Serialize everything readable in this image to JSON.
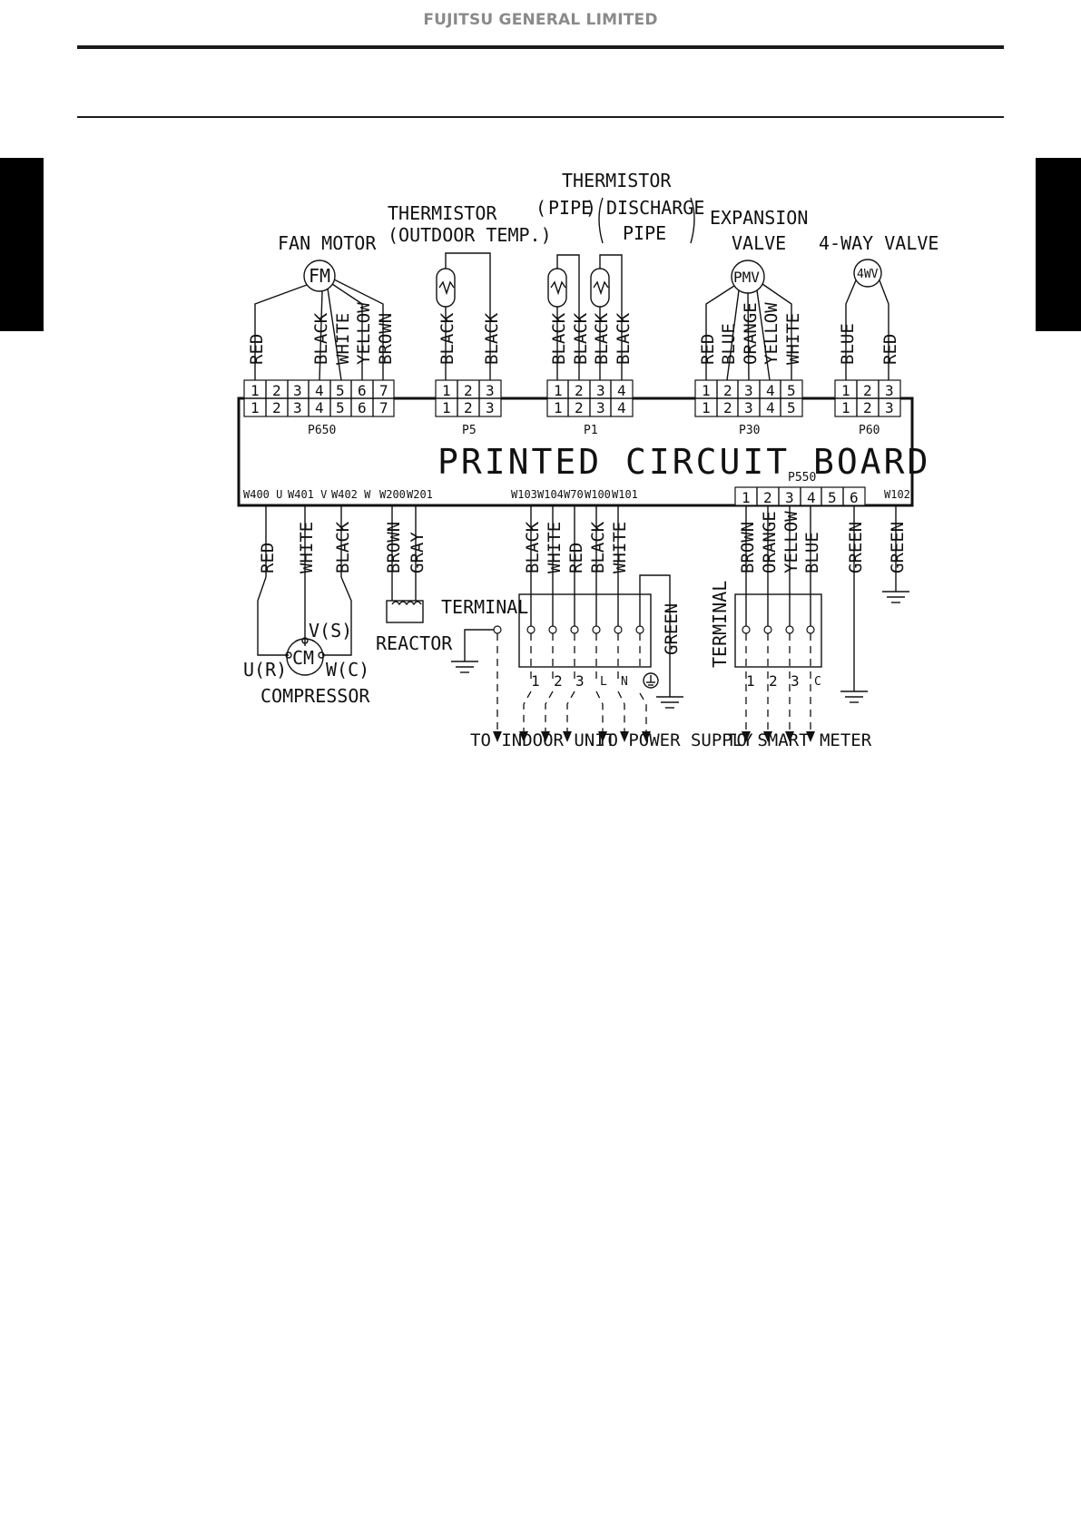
{
  "header": {
    "company": "FUJITSU GENERAL LIMITED"
  },
  "diagram": {
    "board_label": "PRINTED CIRCUIT BOARD",
    "components": {
      "fan_motor": "FAN MOTOR",
      "fan_motor_symbol": "FM",
      "thermistor_outdoor_l1": "THERMISTOR",
      "thermistor_outdoor_l2": "(OUTDOOR TEMP.)",
      "thermistor_top": "THERMISTOR",
      "thermistor_pipe": "PIPE",
      "thermistor_discharge_l1": "DISCHARGE",
      "thermistor_discharge_l2": "PIPE",
      "expansion_l1": "EXPANSION",
      "expansion_l2": "VALVE",
      "expansion_symbol": "PMV",
      "four_way": "4-WAY VALVE",
      "four_way_symbol": "4WV",
      "compressor": "COMPRESSOR",
      "compressor_symbol": "CM",
      "comp_u": "U(R)",
      "comp_v": "V(S)",
      "comp_w": "W(C)",
      "reactor": "REACTOR",
      "terminal_1": "TERMINAL",
      "terminal_2": "TERMINAL"
    },
    "connectors": {
      "p650": {
        "name": "P650",
        "pins": [
          "1",
          "2",
          "3",
          "4",
          "5",
          "6",
          "7"
        ]
      },
      "p5": {
        "name": "P5",
        "pins": [
          "1",
          "2",
          "3"
        ]
      },
      "p1": {
        "name": "P1",
        "pins": [
          "1",
          "2",
          "3",
          "4"
        ]
      },
      "p30": {
        "name": "P30",
        "pins": [
          "1",
          "2",
          "3",
          "4",
          "5"
        ]
      },
      "p60": {
        "name": "P60",
        "pins": [
          "1",
          "2",
          "3"
        ]
      },
      "p550": {
        "name": "P550",
        "pins": [
          "1",
          "2",
          "3",
          "4",
          "5",
          "6"
        ]
      }
    },
    "top_wires": {
      "fan": [
        "RED",
        "BLACK",
        "WHITE",
        "YELLOW",
        "BROWN"
      ],
      "thermo_outdoor": [
        "BLACK",
        "BLACK"
      ],
      "thermo_pipe": [
        "BLACK",
        "BLACK",
        "BLACK",
        "BLACK"
      ],
      "pmv": [
        "RED",
        "BLUE",
        "ORANGE",
        "YELLOW",
        "WHITE"
      ],
      "fourway": [
        "BLUE",
        "RED"
      ]
    },
    "bottom_points": [
      "W400 U",
      "W401 V",
      "W402 W",
      "W200",
      "W201",
      "W103",
      "W104",
      "W70",
      "W100",
      "W101",
      "W102"
    ],
    "bottom_wires": {
      "compressor": [
        "RED",
        "WHITE",
        "BLACK"
      ],
      "reactor": [
        "BROWN",
        "GRAY"
      ],
      "terminal": [
        "BLACK",
        "WHITE",
        "RED",
        "BLACK",
        "WHITE"
      ],
      "terminal_green": "GREEN",
      "smart": [
        "BROWN",
        "ORANGE",
        "YELLOW",
        "BLUE"
      ],
      "p550_green": "GREEN",
      "w102_green": "GREEN"
    },
    "terminal_marks": [
      "1",
      "2",
      "3",
      "L",
      "N"
    ],
    "smart_marks": [
      "1",
      "2",
      "3",
      "C"
    ],
    "destinations": {
      "indoor": "TO INDOOR UNIT",
      "power": "TO POWER SUPPLY",
      "smart_meter": "TO SMART METER"
    }
  }
}
